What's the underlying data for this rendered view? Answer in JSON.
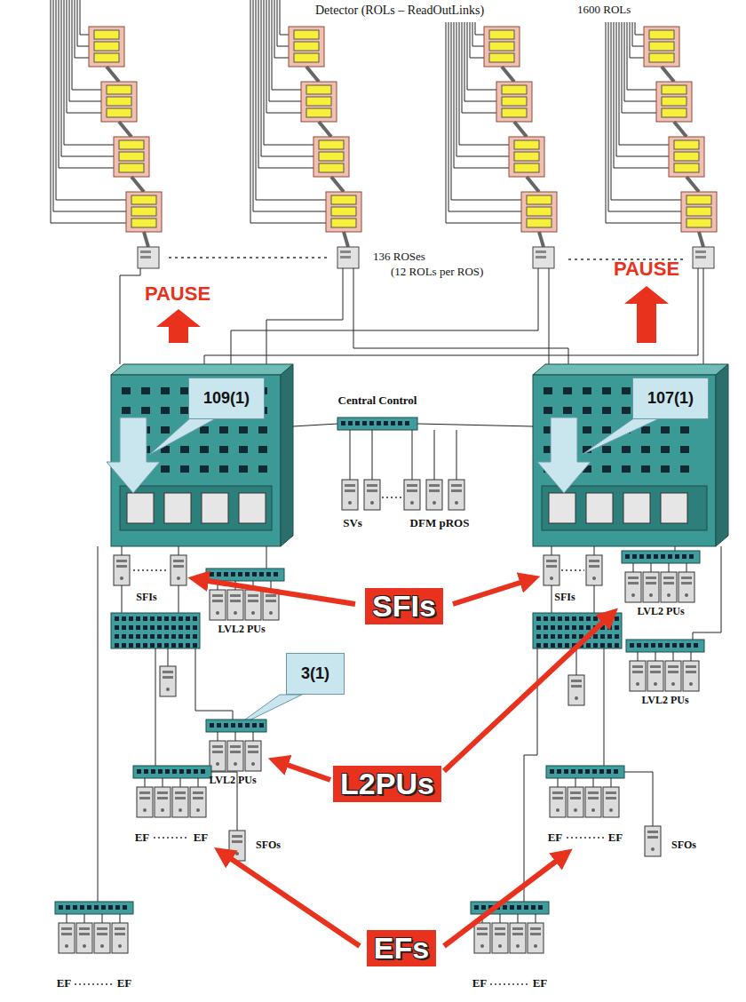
{
  "diagram": {
    "nodes": [
      {
        "text": [
          "109(1)"
        ]
      },
      {
        "text": [
          "107(1)"
        ]
      },
      {
        "text": [
          "SFIs"
        ]
      },
      {
        "text": [
          "3(1)"
        ]
      },
      {
        "text": [
          "L2PUs"
        ]
      },
      {
        "text": [
          "EFs"
        ]
      }
    ],
    "labels": [
      "Detector (ROLs – ReadOutLinks)",
      "1600 ROLs",
      "136 ROSes",
      "(12 ROLs per ROS)",
      "PAUSE",
      "PAUSE",
      "Central Control",
      "SVs",
      "DFM pROS",
      "SFIs",
      "SFIs",
      "LVL2 PUs",
      "LVL2 PUs",
      "LVL2 PUs",
      "LVL2 PUs",
      "SFOs",
      "SFOs",
      "EF",
      "EF",
      "EF",
      "EF",
      "EF",
      "EF",
      "EF",
      "EF"
    ]
  }
}
